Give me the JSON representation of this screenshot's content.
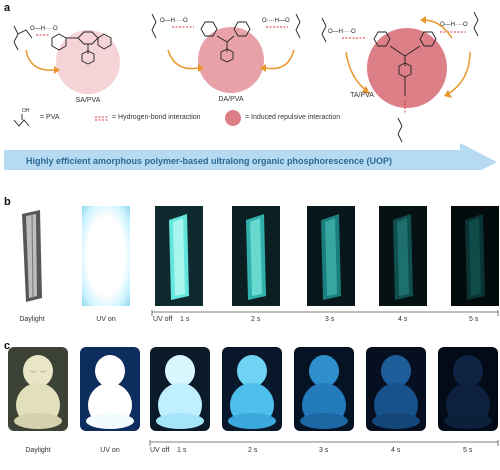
{
  "panel_a": {
    "letter": "a",
    "samples": [
      "SA/PVA",
      "DA/PVA",
      "TA/PVA"
    ],
    "legend": {
      "pva": "= PVA",
      "hbond": "= Hydrogen-bond interaction",
      "repulsive": "= Induced repulsive interaction"
    },
    "banner": "Highly efficient amorphous polymer-based ultralong organic phosphorescence (UOP)",
    "colors": {
      "light_circle": "#f6d3d6",
      "mid_circle": "#e8a2a7",
      "dark_circle": "#dc7f86",
      "arrow": "#e8982e",
      "banner": "#a8d4ee"
    }
  },
  "panel_b": {
    "letter": "b",
    "daylight": "Daylight",
    "uv_on": "UV on",
    "timeline": [
      "UV off",
      "1 s",
      "2 s",
      "3 s",
      "4 s",
      "5 s"
    ]
  },
  "panel_c": {
    "letter": "c",
    "daylight": "Daylight",
    "uv_on": "UV on",
    "timeline": [
      "UV off",
      "1 s",
      "2 s",
      "3 s",
      "4 s",
      "5 s"
    ]
  }
}
